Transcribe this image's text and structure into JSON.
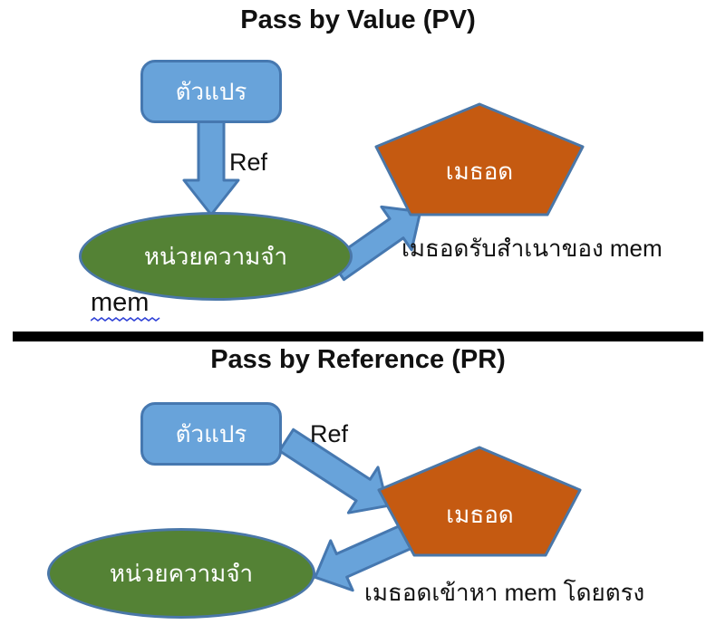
{
  "colors": {
    "blue_fill": "#68A3DA",
    "blue_border": "#4678B0",
    "orange_fill": "#C55A11",
    "green_fill": "#548235",
    "green_border": "#4A77A8",
    "divider": "#000000",
    "squiggle": "#2F41D6"
  },
  "pv": {
    "title": "Pass by Value (PV)",
    "variable_label": "ตัวแปร",
    "ref_label": "Ref",
    "memory_label": "หน่วยความจำ",
    "method_label": "เมธอด",
    "mem_label": "mem",
    "caption": "เมธอดรับสำเนาของ mem"
  },
  "pr": {
    "title": "Pass by Reference (PR)",
    "variable_label": "ตัวแปร",
    "ref_label": "Ref",
    "memory_label": "หน่วยความจำ",
    "method_label": "เมธอด",
    "caption": "เมธอดเข้าหา mem โดยตรง"
  }
}
